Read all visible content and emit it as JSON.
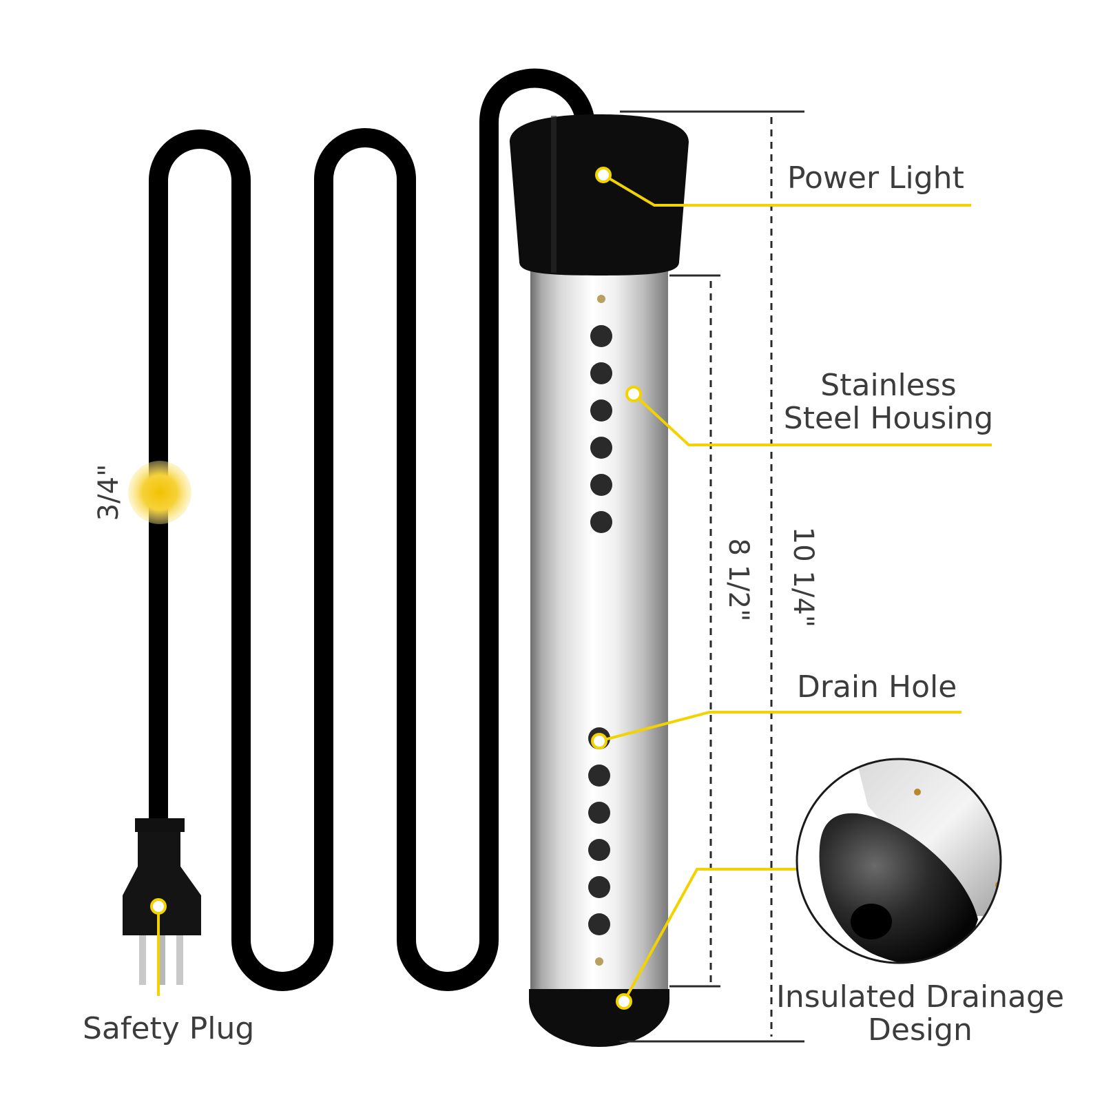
{
  "colors": {
    "accent": "#f2d300",
    "cable": "#000000",
    "cap": "#0d0d0d",
    "text": "#3c3c3c"
  },
  "labels": {
    "power_light": "Power Light",
    "housing_line1": "Stainless",
    "housing_line2": "Steel Housing",
    "drain_hole": "Drain Hole",
    "insulated_line1": "Insulated Drainage",
    "insulated_line2": "Design",
    "safety_plug": "Safety Plug"
  },
  "dimensions": {
    "cable_width": "3/4\"",
    "tube_length": "8 1/2\"",
    "total_length": "10 1/4\""
  }
}
